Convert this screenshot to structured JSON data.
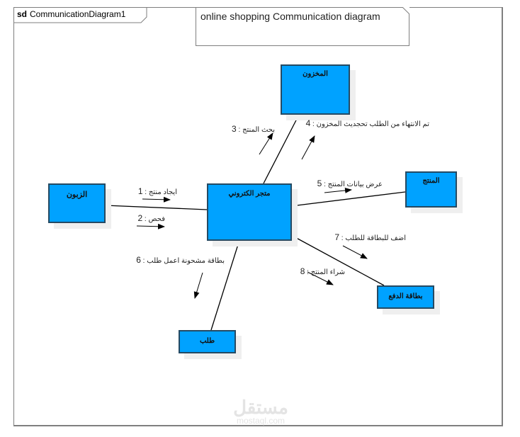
{
  "frame": {
    "keyword": "sd",
    "name": "CommunicationDiagram1"
  },
  "note": {
    "text": "online shopping Communication diagram"
  },
  "colors": {
    "object_fill": "#00a2ff",
    "object_border": "#254a63",
    "frame_border": "#7f7f7f"
  },
  "objects": {
    "customer": {
      "label": "الزبون"
    },
    "store": {
      "label": "متجر الكتروني"
    },
    "inventory": {
      "label": "المخزون"
    },
    "product": {
      "label": "المنتج"
    },
    "payment_card": {
      "label": "بطاقة الدفع"
    },
    "order": {
      "label": "طلب"
    }
  },
  "messages": [
    {
      "seq": "1",
      "text": "ايجاد منتج",
      "from": "customer",
      "to": "store"
    },
    {
      "seq": "2",
      "text": "فحص",
      "from": "customer",
      "to": "store"
    },
    {
      "seq": "3",
      "text": "بحث المنتج",
      "from": "store",
      "to": "inventory"
    },
    {
      "seq": "4",
      "text": "تم الانتهاء من الطلب تحجديث المخزون",
      "from": "store",
      "to": "inventory"
    },
    {
      "seq": "5",
      "text": "عرض بيانات المنتج",
      "from": "store",
      "to": "product"
    },
    {
      "seq": "6",
      "text": "بطاقة مشحونة اعمل طلب",
      "from": "store",
      "to": "order"
    },
    {
      "seq": "7",
      "text": "اضف للبطاقة للطلب",
      "from": "store",
      "to": "payment_card"
    },
    {
      "seq": "8",
      "text": "شراء المنتج",
      "from": "store",
      "to": "payment_card"
    }
  ],
  "watermark": {
    "arabic": "مستقل",
    "latin": "mostaql.com"
  }
}
